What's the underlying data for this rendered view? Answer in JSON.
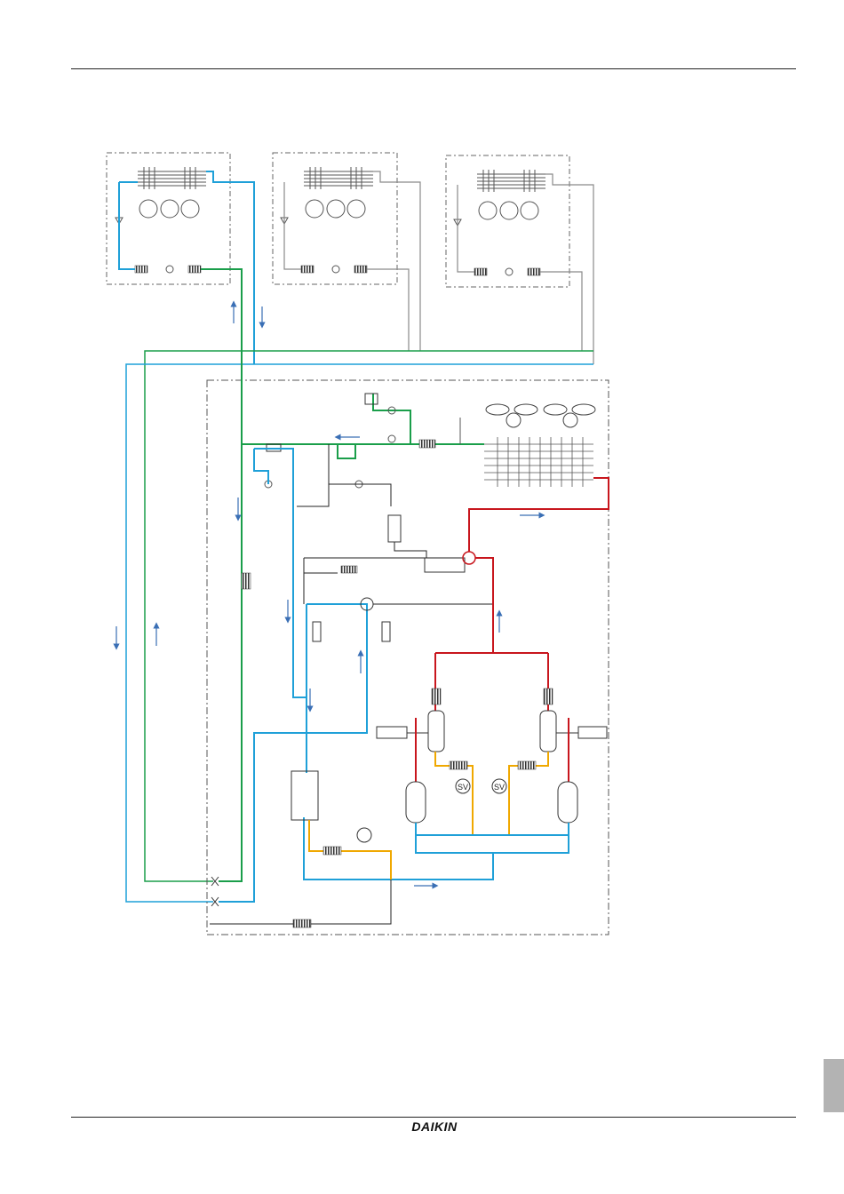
{
  "footer": {
    "brand": "DAIKIN"
  },
  "colors": {
    "liquid_line": "#1a9e4a",
    "gas_line": "#1fa0d8",
    "discharge_line": "#c8161d",
    "oil_line": "#f0a800",
    "gray_line": "#8a8a8a",
    "arrow": "#3a6fb5",
    "border": "#555555",
    "side_tab": "#b3b3b3"
  },
  "components": {
    "indoor_units": [
      "indoor-unit-1",
      "indoor-unit-2",
      "indoor-unit-3"
    ],
    "compressors": [
      "compressor-left",
      "compressor-right"
    ],
    "solenoid_valves": [
      "SV",
      "SV"
    ]
  }
}
